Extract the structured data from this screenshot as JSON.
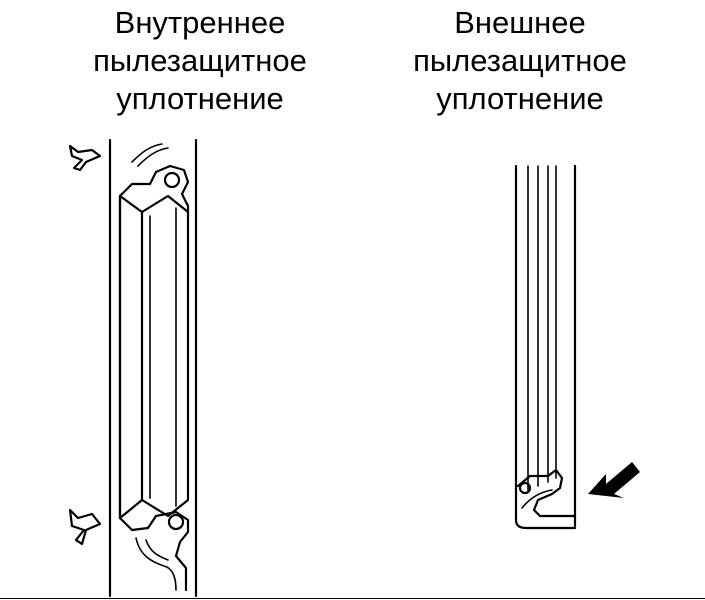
{
  "labels": {
    "inner": {
      "line1": "Внутреннее",
      "line2": "пылезащитное",
      "line3": "уплотнение"
    },
    "outer": {
      "line1": "Внешнее",
      "line2": "пылезащитное",
      "line3": "уплотнение"
    }
  },
  "colors": {
    "ink": "#000000",
    "background": "#ffffff"
  },
  "icons": {
    "inner_top_pointer": "outline-arrow-right-icon",
    "inner_bottom_pointer": "outline-arrow-right-icon",
    "outer_pointer": "solid-arrow-left-icon"
  }
}
